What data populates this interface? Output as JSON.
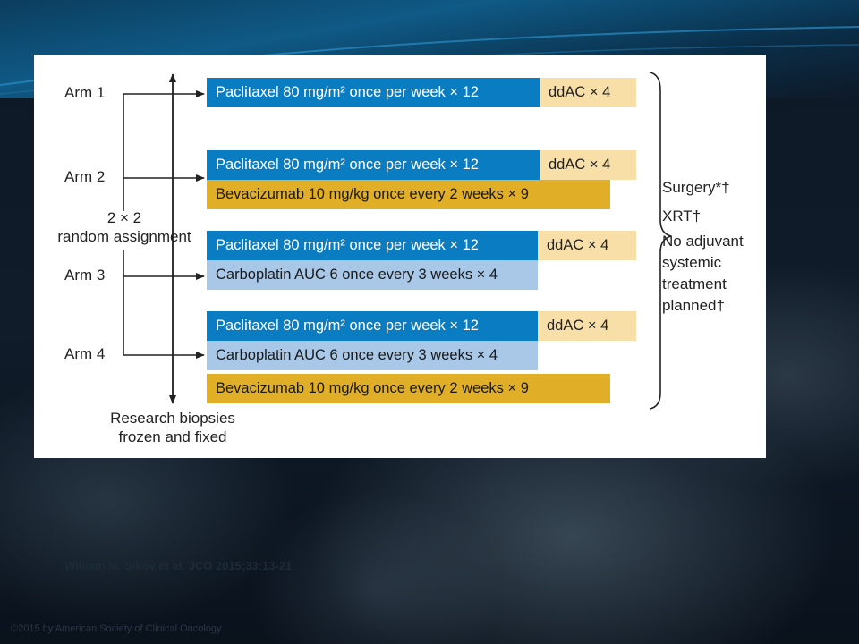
{
  "arms": [
    {
      "label": "Arm 1"
    },
    {
      "label": "Arm 2"
    },
    {
      "label": "Arm 3"
    },
    {
      "label": "Arm 4"
    }
  ],
  "regimens": {
    "paclitaxel": "Paclitaxel 80 mg/m² once per week × 12",
    "ddac": "ddAC × 4",
    "bevacizumab": "Bevacizumab 10 mg/kg once every 2 weeks × 9",
    "carboplatin": "Carboplatin AUC 6 once every 3 weeks × 4"
  },
  "randomization": {
    "line1": "2 × 2",
    "line2": "random assignment"
  },
  "biopsies": {
    "line1": "Research biopsies",
    "line2": "frozen and fixed"
  },
  "outcomes": {
    "surgery": "Surgery*†",
    "xrt": "XRT†",
    "no_adjuvant_1": "No adjuvant",
    "no_adjuvant_2": "systemic",
    "no_adjuvant_3": "treatment",
    "no_adjuvant_4": "planned†"
  },
  "citation": "William M. Sikov et al. JCO 2015;33:13-21",
  "footer": "©2015 by American Society of Clinical Oncology",
  "colors": {
    "paclitaxel": "#0a7cc1",
    "ddac": "#f8dfa8",
    "bevacizumab": "#e1ae27",
    "carboplatin": "#a9c7e6"
  }
}
